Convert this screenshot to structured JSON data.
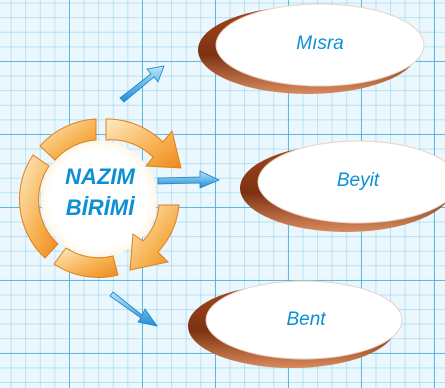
{
  "diagram": {
    "center": {
      "line1": "NAZIM",
      "line2": "BİRİMİ"
    },
    "branches": [
      {
        "label": "Mısra"
      },
      {
        "label": "Beyit"
      },
      {
        "label": "Bent"
      }
    ]
  },
  "colors": {
    "background": "#eaf7fd",
    "grid": "#3eaadc",
    "text": "#0d8fd6",
    "ring_orange": "#f59b2e",
    "ring_light": "#fde9bf",
    "oval_rim": "#8a3a14",
    "arrow": "#2d9ee0"
  }
}
